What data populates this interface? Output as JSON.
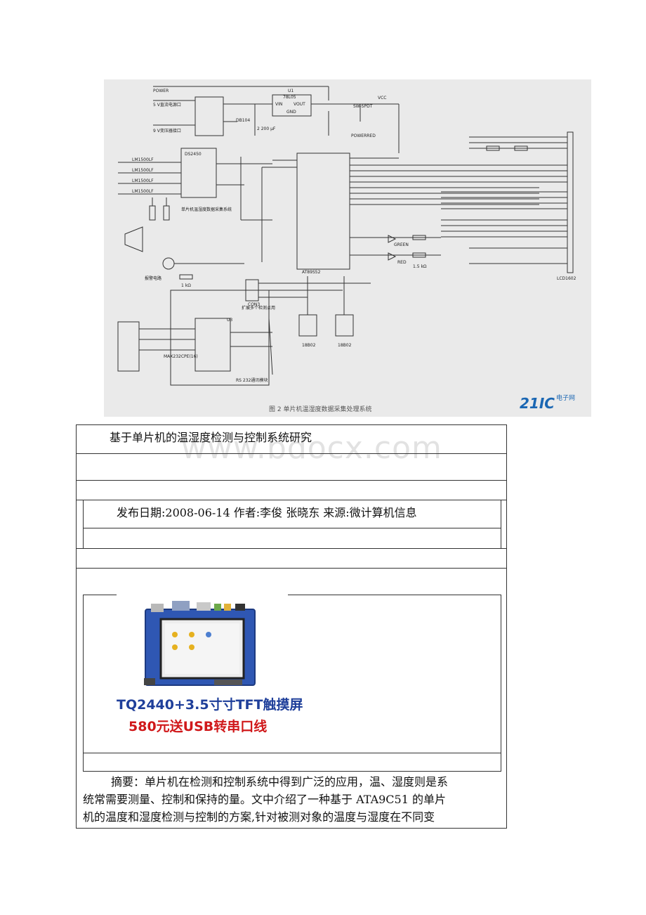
{
  "figure": {
    "caption": "图 2  单片机温湿度数据采集处理系统",
    "watermark_logo": "21IC",
    "watermark_logo_sub": "电子网",
    "labels": {
      "power": "POWER",
      "power_5v": "5 V直流电源口",
      "power_5v2": "9 V变压器接口",
      "u1": "U1",
      "reg": "78L05",
      "vin": "VIN",
      "vout": "VOUT",
      "gnd": "GND",
      "bridge": "DB104",
      "cap": "2 200 μF",
      "ds": "DS2450",
      "sensor_sys": "单片机温湿度数据采集系统",
      "lm1": "LM1500LF",
      "mcu": "AT89S52",
      "lcd": "LCD1602",
      "max232": "MAX232CPE(16)",
      "rs232": "RS 232通讯模块",
      "ext": "扩展多个检测点用",
      "dq1": "18B02",
      "dq2": "18B02",
      "powerred": "POWERRED",
      "red": "RED",
      "green": "GREEN",
      "buzzer": "报警电路",
      "swspdt": "SW-SPDT",
      "r1k": "1 kΩ",
      "r15k": "1.5 kΩ",
      "vcc": "VCC",
      "con3": "CON3",
      "ic_tag": "U3"
    }
  },
  "doc": {
    "title": "基于单片机的温湿度检测与控制系统研究",
    "meta": "发布日期:2008-06-14    作者:李俊 张晓东 来源:微计算机信息",
    "watermark": "www.bdocx.com",
    "ad_line1": "TQ2440+3.5寸寸TFT触摸屏",
    "ad_line2": "580元送USB转串口线",
    "abstract_lines": [
      "摘要：单片机在检测和控制系统中得到广泛的应用，温、湿度则是系",
      "统常需要测量、控制和保持的量。文中介绍了一种基于 ATA9C51 的单片",
      "机的温度和湿度检测与控制的方案,针对被测对象的温度与湿度在不同变"
    ]
  }
}
